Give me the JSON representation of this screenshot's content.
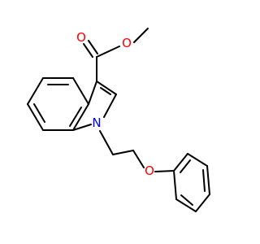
{
  "molecule": {
    "atoms": [
      {
        "id": "O_carbonyl",
        "label": "O",
        "color": "#ff0000"
      },
      {
        "id": "O_ester",
        "label": "O",
        "color": "#ff0000"
      },
      {
        "id": "N_indole",
        "label": "N",
        "color": "#0000ff"
      },
      {
        "id": "O_ether",
        "label": "O",
        "color": "#ff0000"
      }
    ],
    "bond_color": "#000000"
  }
}
